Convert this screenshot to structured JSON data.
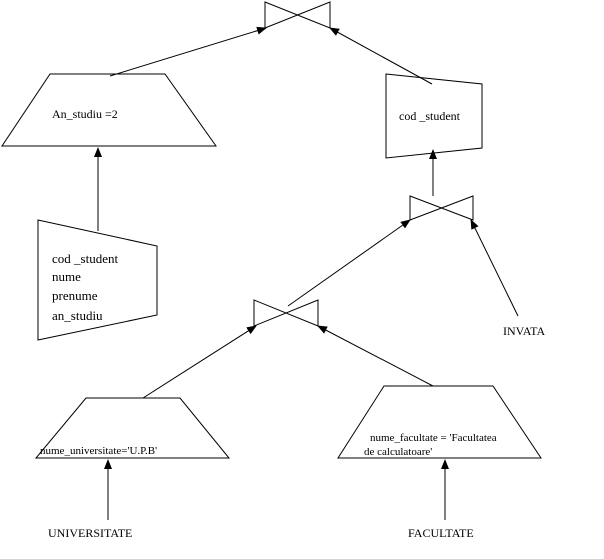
{
  "diagram": {
    "selection_year": "An_studiu =2",
    "projection_top": "cod _student",
    "projection_student": {
      "line1": "cod _student",
      "line2": "nume",
      "line3": "prenume",
      "line4": "an_studiu"
    },
    "selection_university": "nume_universitate='U.P.B'",
    "selection_faculty": {
      "line1": "nume_facultate = 'Facultatea",
      "line2": "de calculatoare'"
    },
    "relation_invata": "INVATA",
    "relation_universitate": "UNIVERSITATE",
    "relation_facultate": "FACULTATE"
  },
  "colors": {
    "stroke": "#000000",
    "background": "#ffffff"
  }
}
